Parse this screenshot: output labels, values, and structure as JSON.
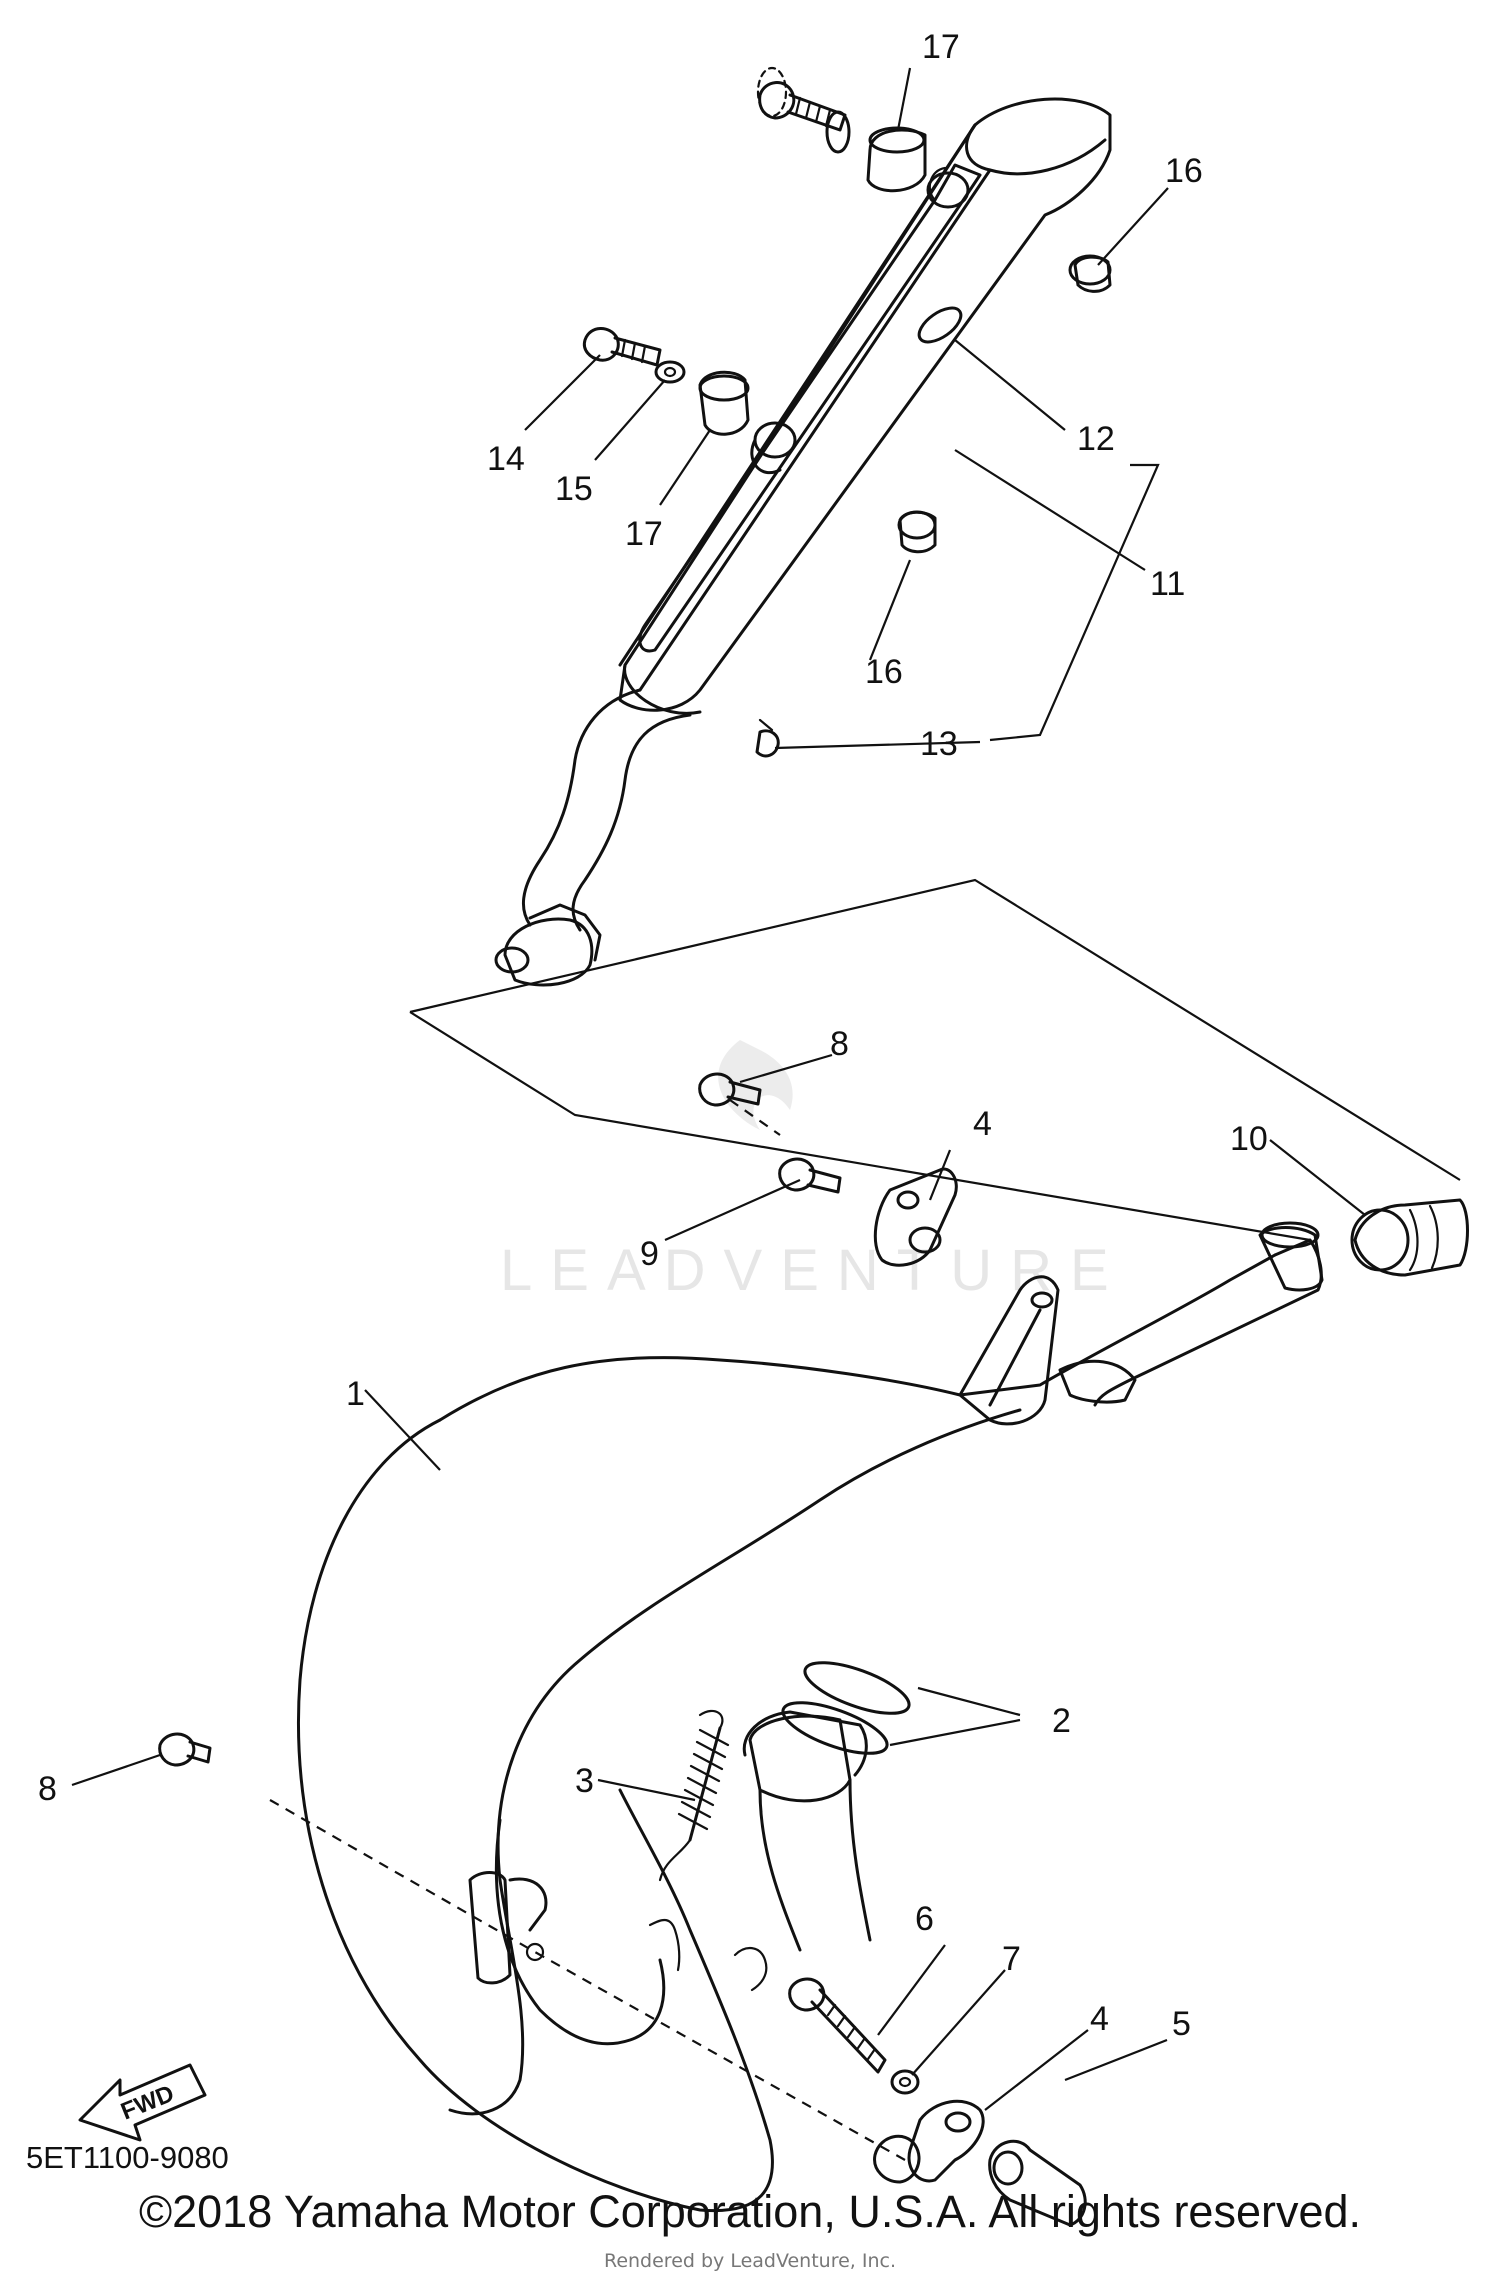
{
  "diagram": {
    "reference_code": "5ET1100-9080",
    "copyright": "©2018 Yamaha Motor Corporation, U.S.A. All rights reserved.",
    "rendered_by": "Rendered by LeadVenture, Inc.",
    "watermark": "LEADVENTURE",
    "fwd_label": "FWD",
    "callouts": {
      "c1": "1",
      "c2": "2",
      "c3": "3",
      "c4a": "4",
      "c4b": "4",
      "c5": "5",
      "c6": "6",
      "c7": "7",
      "c8a": "8",
      "c8b": "8",
      "c9": "9",
      "c10": "10",
      "c11": "11",
      "c12": "12",
      "c13": "13",
      "c14": "14",
      "c15": "15",
      "c16a": "16",
      "c16b": "16",
      "c17a": "17",
      "c17b": "17"
    }
  }
}
